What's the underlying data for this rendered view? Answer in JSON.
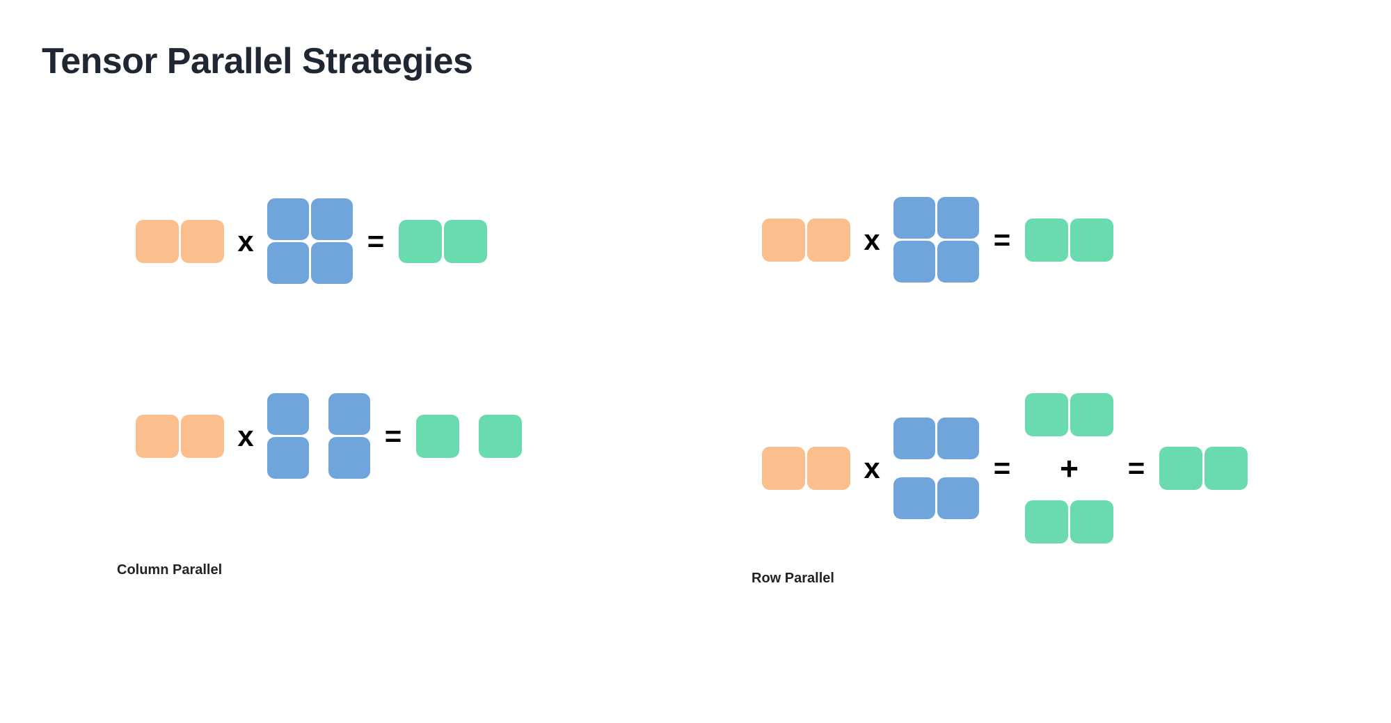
{
  "page": {
    "title": "Tensor Parallel Strategies",
    "background_color": "#ffffff"
  },
  "colors": {
    "title_text": "#1f2733",
    "caption_text": "#232323",
    "operand_orange": "#FBBE8D",
    "weight_blue": "#6FA5DA",
    "result_green": "#69DBAF",
    "operator_black": "#000000"
  },
  "operators": {
    "times": "x",
    "equals": "=",
    "plus": "+"
  },
  "diagrams": {
    "column_parallel": {
      "caption": "Column Parallel",
      "top_row": {
        "description": "activation times full weight matrix equals full output",
        "operand_label": "orange-activation-vector",
        "weight_label": "blue-weight-matrix-whole",
        "result_label": "green-output-whole"
      },
      "bottom_row": {
        "description": "activation times column-split weight matrix equals column-split output",
        "operand_label": "orange-activation-vector",
        "weight_label": "blue-weight-matrix-column-split",
        "result_label": "green-output-column-split"
      }
    },
    "row_parallel": {
      "caption": "Row Parallel",
      "top_row": {
        "description": "activation times full weight matrix equals full output",
        "operand_label": "orange-activation-vector",
        "weight_label": "blue-weight-matrix-whole",
        "result_label": "green-output-whole"
      },
      "bottom_row": {
        "description": "row-split activation times row-split weight matrix equals sum of partial outputs equals full output",
        "operand_label": "orange-activation-vector",
        "weight_label": "blue-weight-matrix-row-split",
        "partial_top_label": "green-partial-output-top",
        "partial_bottom_label": "green-partial-output-bottom",
        "result_label": "green-output-reduced"
      }
    }
  }
}
